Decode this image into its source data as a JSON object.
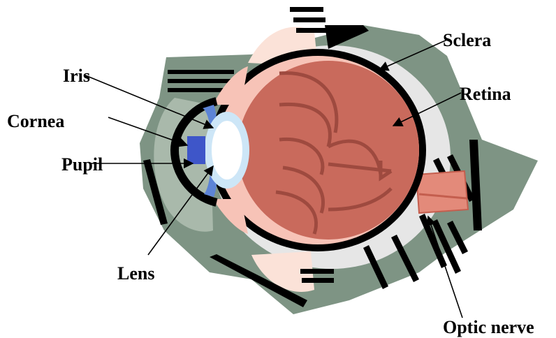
{
  "labels": {
    "sclera": "Sclera",
    "retina": "Retina",
    "iris": "Iris",
    "cornea": "Cornea",
    "pupil": "Pupil",
    "lens": "Lens",
    "optic_nerve": "Optic nerve"
  },
  "colors": {
    "socket": "#7e9484",
    "socket_light": "#a9b9ab",
    "sclera_band": "#e6e6e6",
    "eyeball": "#c96a5c",
    "eyeball_vessels": "#9e4a3f",
    "muscle_pink": "#f7c3b7",
    "lens": "#ffffff",
    "lens_rim": "#cde6f7",
    "iris": "#5d84d6",
    "pupil": "#3e56c9",
    "optic_nerve": "#e38a7a",
    "outline": "#000000"
  }
}
